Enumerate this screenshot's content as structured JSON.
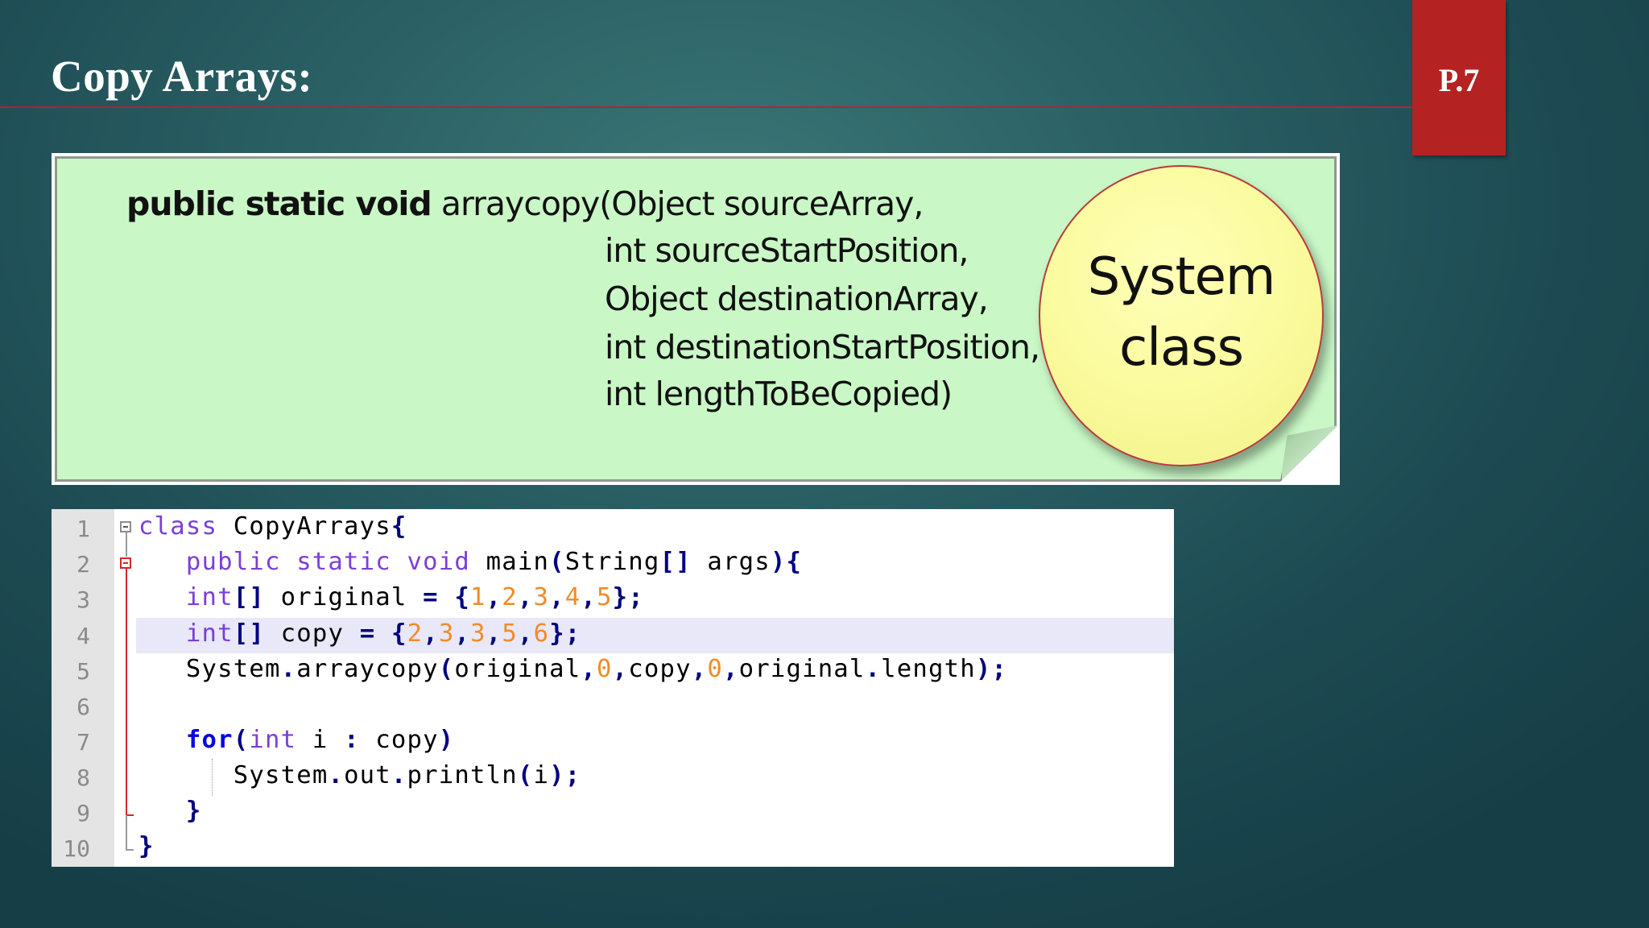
{
  "slide": {
    "title": "Copy Arrays:",
    "page_number": "P.7"
  },
  "signature": {
    "lead_bold": "public static void",
    "line1_rest": " arraycopy(Object sourceArray,",
    "line2": "int sourceStartPosition,",
    "line3": "Object destinationArray,",
    "line4": "int destinationStartPosition,",
    "line5": "int lengthToBeCopied)"
  },
  "badge": {
    "line1": "System",
    "line2": "class"
  },
  "code": {
    "line_numbers": [
      "1",
      "2",
      "3",
      "4",
      "5",
      "6",
      "7",
      "8",
      "9",
      "10"
    ],
    "l1": {
      "kw": "class",
      "rest": " CopyArrays",
      "brace": "{"
    },
    "l2": {
      "indent": "   ",
      "kw": "public static void",
      "rest": " main",
      "p1": "(",
      "mid": "String",
      "p2": "[]",
      "tail": " args",
      "p3": "){"
    },
    "l3": {
      "indent": "   ",
      "kw": "int",
      "p1": "[]",
      "rest": " original ",
      "eq": "=",
      "sp": " ",
      "b1": "{",
      "n1": "1",
      "c1": ",",
      "n2": "2",
      "c2": ",",
      "n3": "3",
      "c3": ",",
      "n4": "4",
      "c4": ",",
      "n5": "5",
      "b2": "};"
    },
    "l4": {
      "indent": "   ",
      "kw": "int",
      "p1": "[]",
      "rest": " copy ",
      "eq": "=",
      "sp": " ",
      "b1": "{",
      "n1": "2",
      "c1": ",",
      "n2": "3",
      "c2": ",",
      "n3": "3",
      "c3": ",",
      "n4": "5",
      "c4": ",",
      "n5": "6",
      "b2": "};"
    },
    "l5": {
      "indent": "   ",
      "a": "System",
      "d1": ".",
      "b": "arraycopy",
      "p1": "(",
      "c": "original",
      "c1": ",",
      "n1": "0",
      "c2": ",",
      "d": "copy",
      "c3": ",",
      "n2": "0",
      "c4": ",",
      "e": "original",
      "d2": ".",
      "f": "length",
      "p2": ");"
    },
    "l7": {
      "indent": "   ",
      "kw": "for",
      "p1": "(",
      "kw2": "int",
      "rest": " i ",
      "colon": ":",
      "tail": " copy",
      "p2": ")"
    },
    "l8": {
      "indent": "      ",
      "a": "System",
      "d1": ".",
      "b": "out",
      "d2": ".",
      "c": "println",
      "p1": "(",
      "d": "i",
      "p2": ");"
    },
    "l9": {
      "indent": "   ",
      "brace": "}"
    },
    "l10": {
      "brace": "}"
    }
  }
}
